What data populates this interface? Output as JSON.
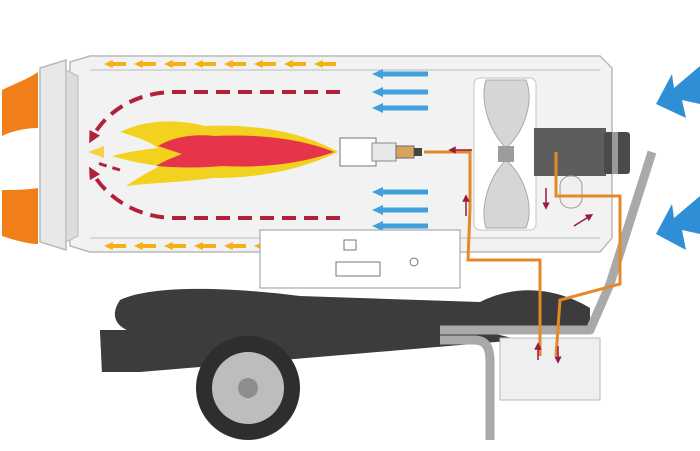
{
  "diagram": {
    "kind": "cutaway of a portable oil-fired space heater on a wheeled chassis",
    "colors": {
      "background": "#ffffff",
      "housing": "#f2f2f2",
      "housing_stroke": "#b9b9b9",
      "tank": "#3c3c3c",
      "wheel_tire": "#2e2e2e",
      "wheel_rim": "#bdbdbd",
      "frame": "#a9a9a9",
      "hot_air_arrow": "#f07f1a",
      "cold_air_arrow": "#3fa0dc",
      "flame_outer": "#f2d21e",
      "flame_inner": "#e6344b",
      "recirculation_arrow": "#b2213a",
      "hot_stream_arrow": "#f5b015",
      "intake_arrow": "#2e8fd6",
      "fuel_line": "#e28a2a",
      "flow_mark": "#9a1b3e"
    },
    "icons": [
      "hot-air-outlet-arrow",
      "cold-air-intake-arrow",
      "flame",
      "fan",
      "electric-motor",
      "fuel-pump",
      "nozzle",
      "fuel-filter",
      "wheel"
    ]
  }
}
